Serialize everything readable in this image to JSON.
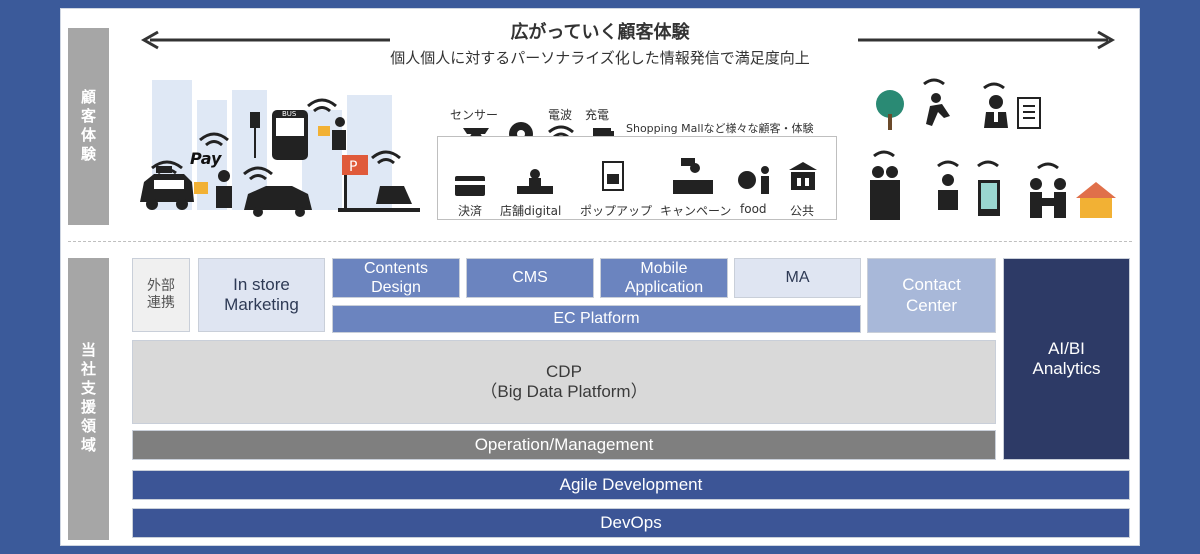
{
  "header": {
    "title": "広がっていく顧客体験",
    "subtitle": "個人個人に対するパーソナライズ化した情報発信で満足度向上"
  },
  "side_labels": {
    "top": "顧客体験",
    "bottom": "当社支援領域"
  },
  "illustration": {
    "pay_label": "Pay",
    "bus_label": "BUS",
    "parking_label": "P",
    "sensors": [
      "センサー",
      "電波",
      "充電"
    ],
    "mall_caption": "Shopping Mallなど様々な顧客・体験",
    "mall_items": [
      "決済",
      "店舗digital",
      "ポップアップ",
      "キャンペーン",
      "food",
      "公共"
    ]
  },
  "blocks": {
    "external": "外部\n連携",
    "in_store": "In store\nMarketing",
    "contents_design": "Contents\nDesign",
    "cms": "CMS",
    "mobile_app": "Mobile\nApplication",
    "ma": "MA",
    "ec_platform": "EC Platform",
    "contact_center": "Contact\nCenter",
    "ai_bi": "AI/BI\nAnalytics",
    "cdp": "CDP\n（Big Data Platform）",
    "operation": "Operation/Management",
    "agile": "Agile Development",
    "devops": "DevOps"
  },
  "colors": {
    "background": "#3b5a9a",
    "light_block": "#dfe5f2",
    "mid_block": "#6b84bf",
    "dark_block": "#2d3a66",
    "navy_bar": "#3c5596"
  }
}
